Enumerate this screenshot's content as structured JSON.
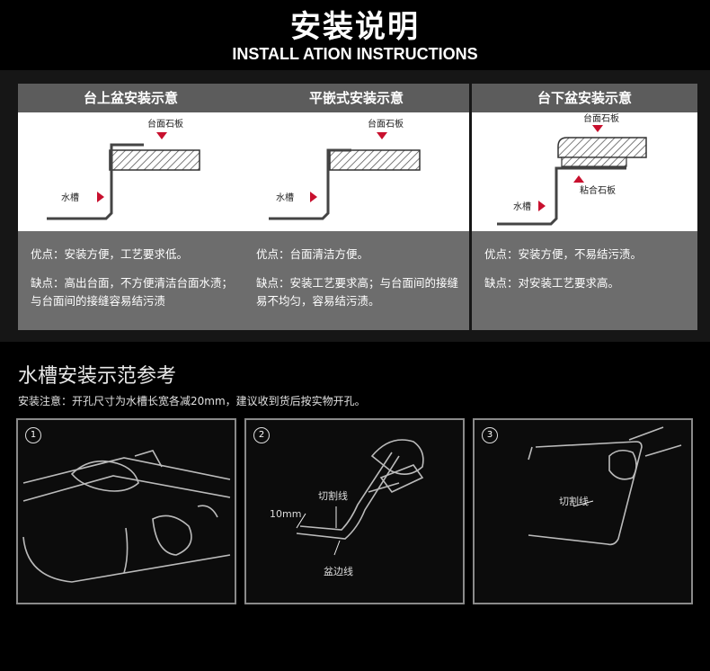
{
  "header": {
    "title_cn": "安装说明",
    "title_en": "INSTALL ATION INSTRUCTIONS"
  },
  "panels": [
    {
      "title": "台上盆安装示意",
      "label_top": "台面石板",
      "label_sink": "水槽",
      "pros": "优点：安装方便，工艺要求低。",
      "cons": "缺点：高出台面，不方便清洁台面水渍；与台面间的接缝容易结污渍"
    },
    {
      "title": "平嵌式安装示意",
      "label_top": "台面石板",
      "label_sink": "水槽",
      "pros": "优点：台面清洁方便。",
      "cons": "缺点：安装工艺要求高；与台面间的接缝易不均匀，容易结污渍。"
    },
    {
      "title": "台下盆安装示意",
      "label_top": "台面石板",
      "label_sink": "水槽",
      "label_bond": "粘合石板",
      "pros": "优点：安装方便，不易结污渍。",
      "cons": "缺点：对安装工艺要求高。"
    }
  ],
  "section2": {
    "title": "水槽安装示范参考",
    "note": "安装注意：开孔尺寸为水槽长宽各减20mm，建议收到货后按实物开孔。"
  },
  "steps": [
    {
      "num": "1"
    },
    {
      "num": "2",
      "label_cut": "切割线",
      "label_dim": "10mm",
      "label_edge": "盆边线"
    },
    {
      "num": "3",
      "label_cut": "切割线"
    }
  ],
  "colors": {
    "accent": "#c8102e",
    "panel_head": "#5c5c5c",
    "panel_text_bg": "#6d6d6d"
  }
}
